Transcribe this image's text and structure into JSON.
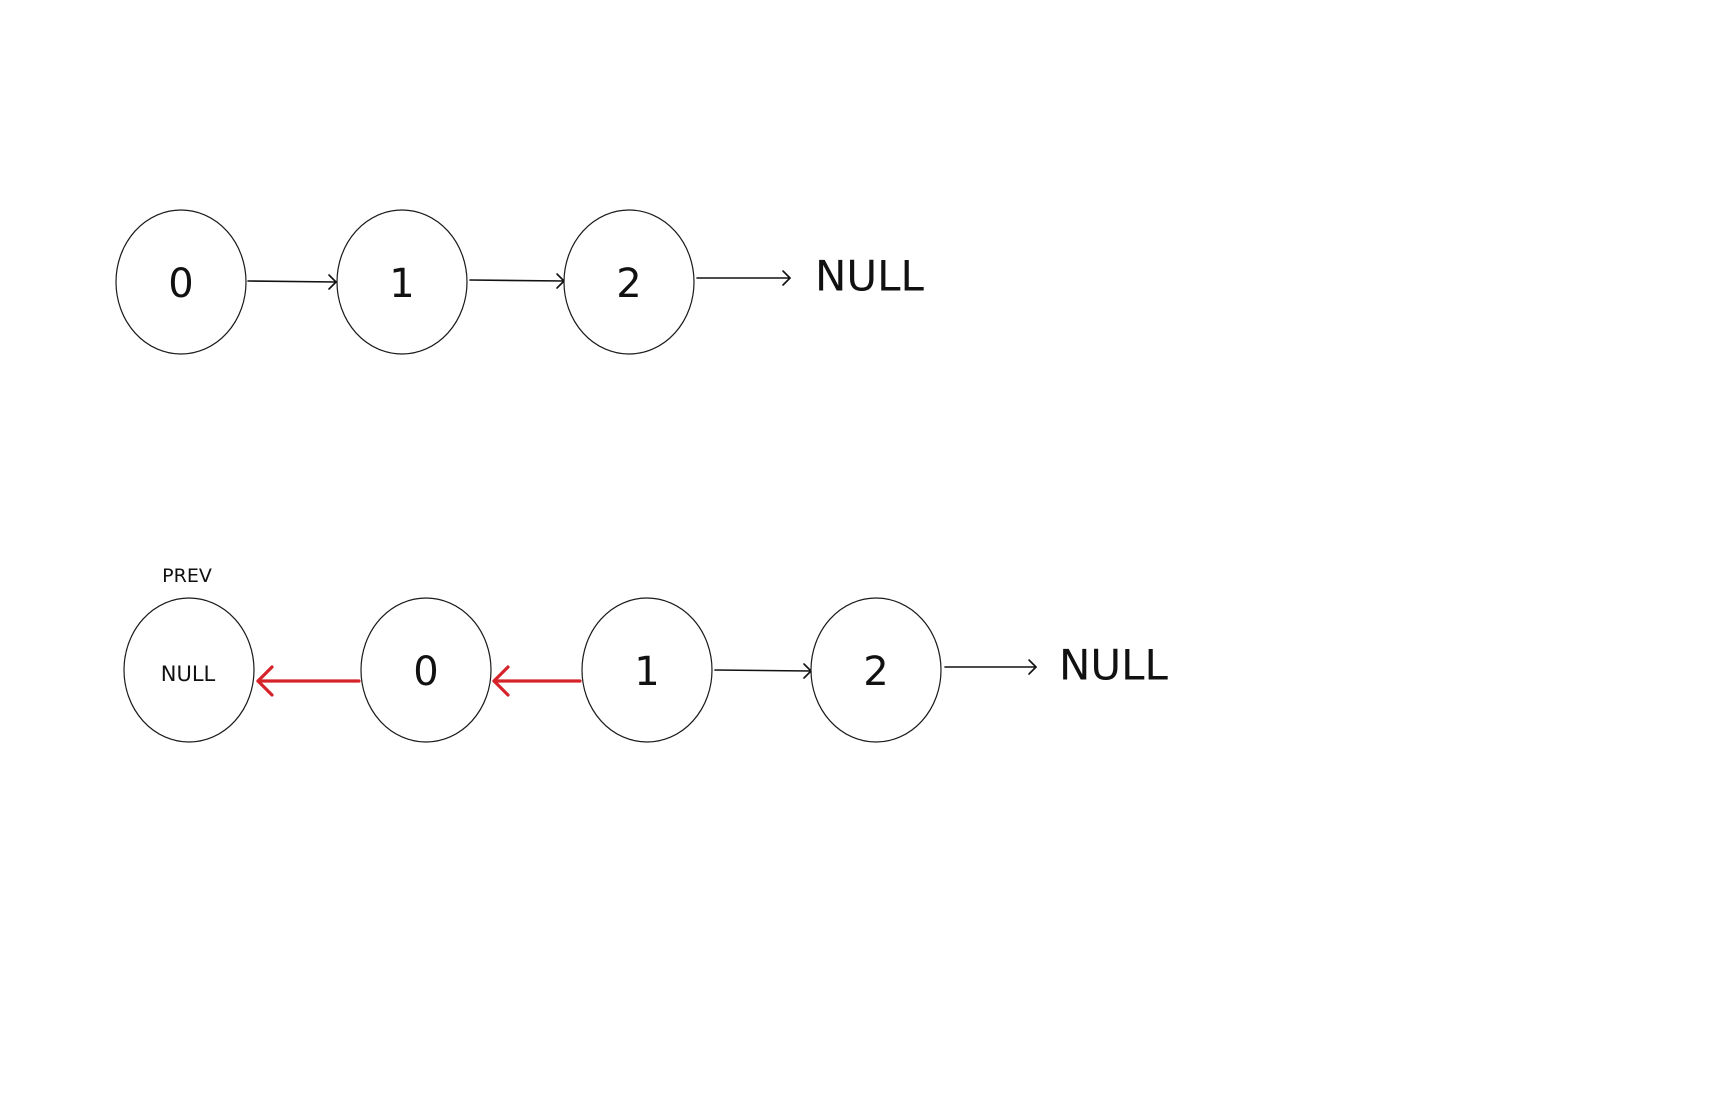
{
  "diagram": {
    "rows": [
      {
        "id": "original-list",
        "nodes": [
          {
            "label": "0"
          },
          {
            "label": "1"
          },
          {
            "label": "2"
          }
        ],
        "terminal": "NULL",
        "links": [
          {
            "from": "0",
            "to": "1",
            "style": "forward"
          },
          {
            "from": "1",
            "to": "2",
            "style": "forward"
          },
          {
            "from": "2",
            "to": "NULL",
            "style": "forward"
          }
        ]
      },
      {
        "id": "reversing-list",
        "caption": "PREV",
        "nodes": [
          {
            "label": "NULL"
          },
          {
            "label": "0"
          },
          {
            "label": "1"
          },
          {
            "label": "2"
          }
        ],
        "terminal": "NULL",
        "links": [
          {
            "from": "0",
            "to": "NULL",
            "style": "reversed"
          },
          {
            "from": "1",
            "to": "0",
            "style": "reversed"
          },
          {
            "from": "1",
            "to": "2",
            "style": "forward"
          },
          {
            "from": "2",
            "to": "NULL",
            "style": "forward"
          }
        ]
      }
    ]
  },
  "colors": {
    "forward_arrow": "#111111",
    "reversed_arrow": "#d6232a",
    "node_stroke": "#1a1a1a",
    "background": "#ffffff"
  }
}
